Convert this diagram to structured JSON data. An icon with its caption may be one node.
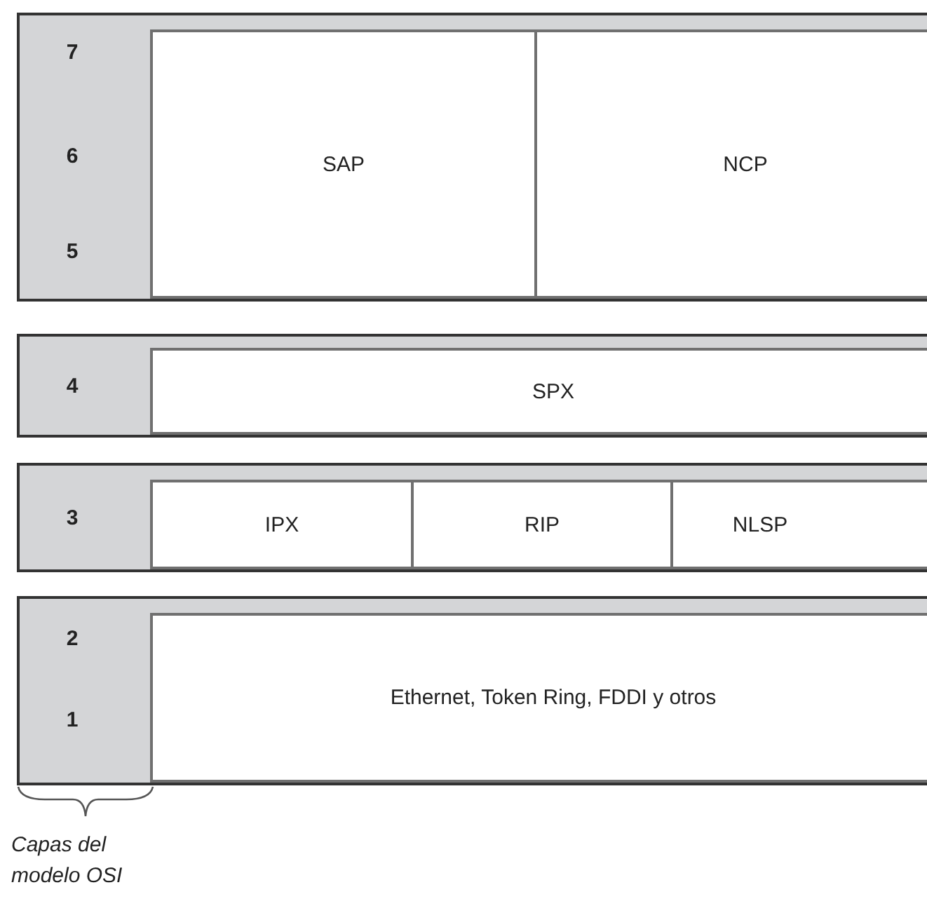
{
  "diagram": {
    "nodes": [
      {
        "text": [
          "7",
          "6",
          "5"
        ]
      },
      {
        "text": [
          "SAP"
        ],
        "in": 0
      },
      {
        "text": [
          "NCP"
        ],
        "in": 0
      },
      {
        "text": [
          "4"
        ]
      },
      {
        "text": [
          "SPX"
        ],
        "in": 3
      },
      {
        "text": [
          "3"
        ]
      },
      {
        "text": [
          "IPX"
        ],
        "in": 5
      },
      {
        "text": [
          "RIP"
        ],
        "in": 5
      },
      {
        "text": [
          "NLSP"
        ],
        "in": 5
      },
      {
        "text": [
          "2",
          "1"
        ]
      },
      {
        "text": [
          "Ethernet, Token Ring, FDDI y otros"
        ],
        "in": 9
      }
    ],
    "edges": [],
    "labels": [
      "Capas del modelo OSI"
    ]
  }
}
